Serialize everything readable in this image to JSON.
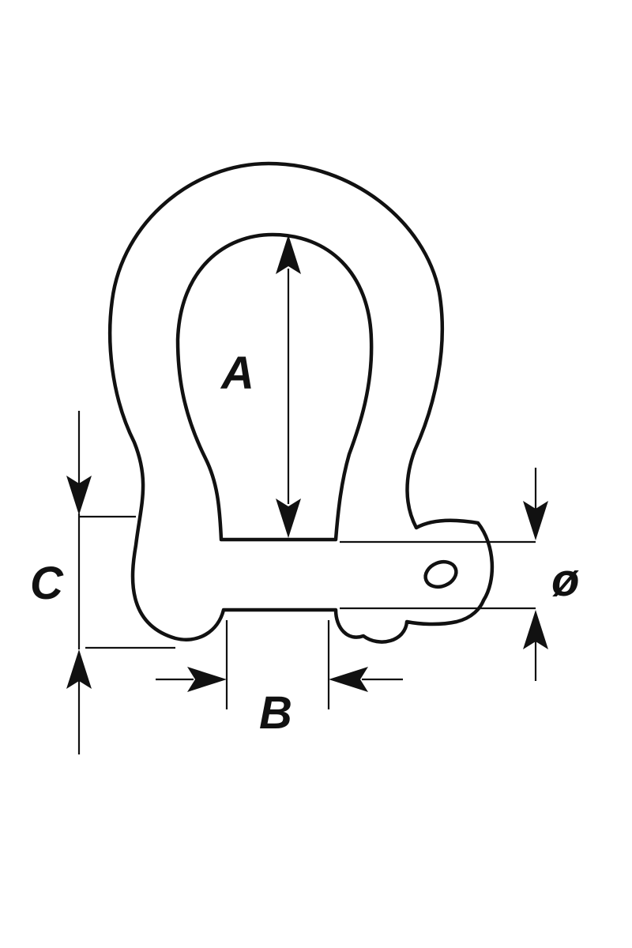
{
  "diagram": {
    "colors": {
      "stroke": "#111111",
      "background": "#ffffff"
    },
    "labels": {
      "a": "A",
      "b": "B",
      "c": "C",
      "diameter": "ø"
    }
  }
}
